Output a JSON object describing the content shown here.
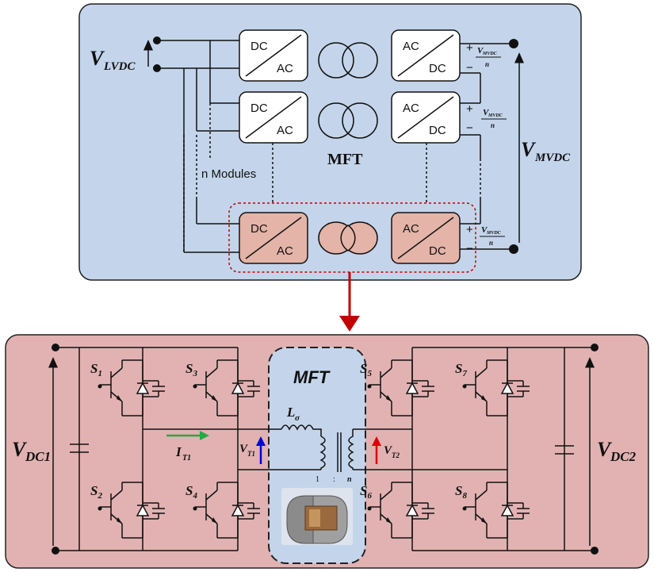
{
  "top": {
    "lvdc_label": "V",
    "lvdc_sub": "LVDC",
    "mvdc_label": "V",
    "mvdc_sub": "MVDC",
    "mft_label": "MFT",
    "modules_label": "n Modules",
    "converter_dc": "DC",
    "converter_ac": "AC",
    "module_vout_num": "V",
    "module_vout_sub": "MVDC",
    "module_vout_den": "n",
    "plus": "+",
    "minus": "−"
  },
  "bottom": {
    "mft_title": "MFT",
    "vdc1": "V",
    "vdc1_sub": "DC1",
    "vdc2": "V",
    "vdc2_sub": "DC2",
    "current": "I",
    "current_sub": "T1",
    "vt1": "V",
    "vt1_sub": "T1",
    "vt2": "V",
    "vt2_sub": "T2",
    "l_sigma": "L",
    "l_sigma_sub": "σ",
    "ratio_1": "1",
    "ratio_colon": ":",
    "ratio_n": "n",
    "switch_prefix": "S",
    "switches": [
      "1",
      "2",
      "3",
      "4",
      "5",
      "6",
      "7",
      "8"
    ]
  },
  "colors": {
    "top_bg": "#c4d5eb",
    "bottom_bg": "#e2b2b2",
    "highlight_converter": "#e4b4a8",
    "connector_arrow": "#c00000",
    "green_arrow": "#22aa44",
    "blue_arrow": "#0000dd",
    "red_arrow": "#dd0000",
    "mft_panel": "#c4d5eb"
  }
}
